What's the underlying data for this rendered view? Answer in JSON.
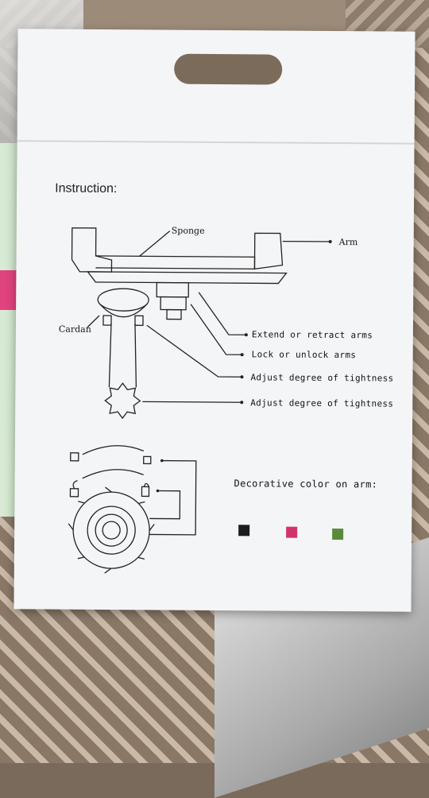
{
  "card": {
    "title": "Instruction:",
    "labels": {
      "sponge": "Sponge",
      "arm": "Arm",
      "cardan": "Cardan",
      "extend": "Extend or retract arms",
      "lock": "Lock or unlock arms",
      "adjust1": "Adjust degree of tightness",
      "adjust2": "Adjust degree of tightness"
    },
    "decorative_title": "Decorative color on arm:",
    "colors": [
      {
        "name": "black",
        "hex": "#1c1c1c"
      },
      {
        "name": "pink",
        "hex": "#d2336b"
      },
      {
        "name": "green",
        "hex": "#5a8a3a"
      }
    ]
  }
}
